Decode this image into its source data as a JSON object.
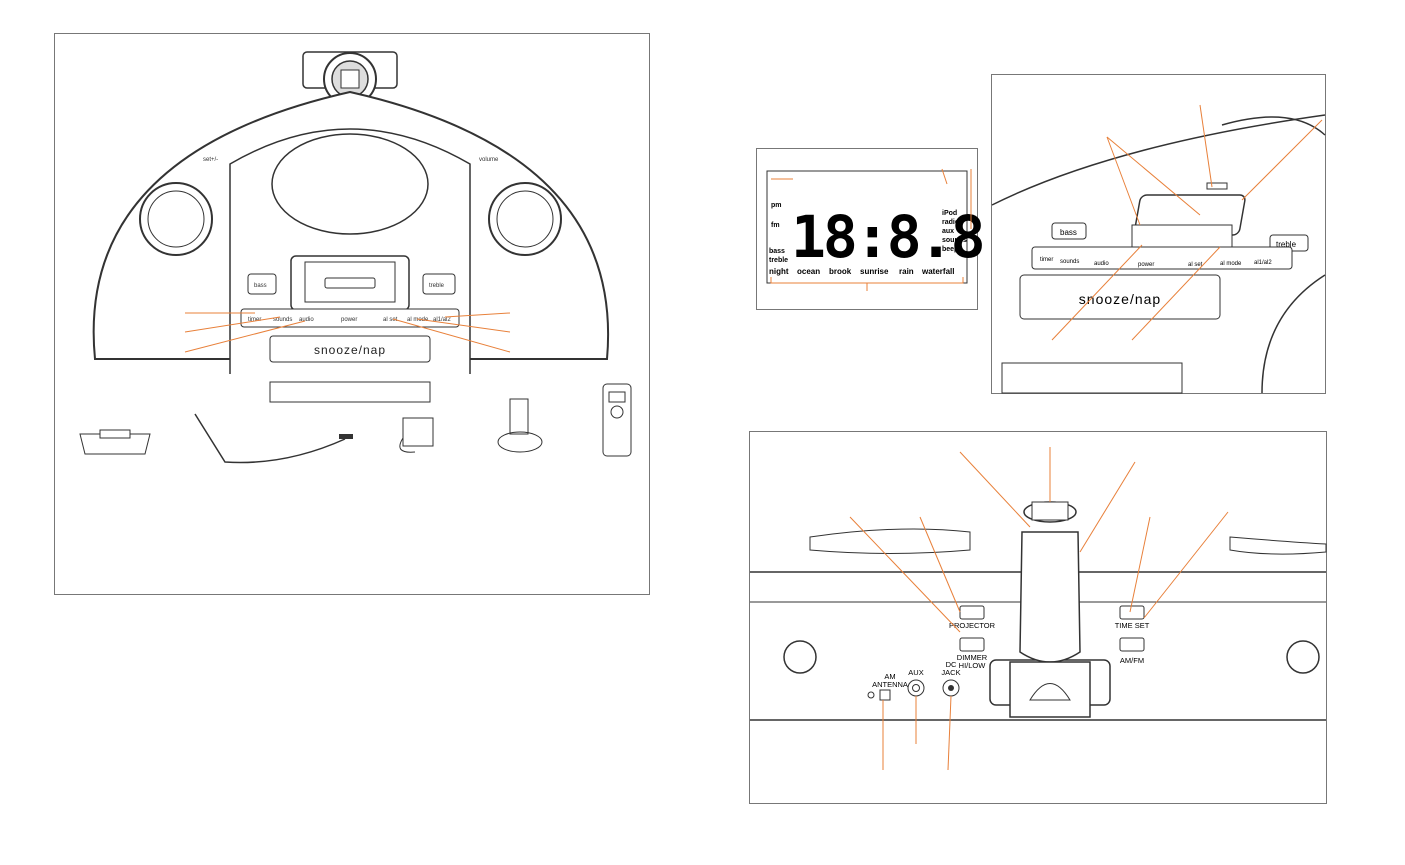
{
  "front": {
    "knob_left_label": "set+/-",
    "knob_right_label": "volume",
    "bass_button": "bass",
    "treble_button": "treble",
    "row_buttons": [
      "timer",
      "sounds",
      "audio",
      "power",
      "al set",
      "al mode",
      "al1/al2"
    ],
    "snooze_bar": "snooze/nap"
  },
  "display": {
    "digits": "18:8.8",
    "indicator_pm": "pm",
    "indicator_fm": "fm",
    "indicator_bass": "bass",
    "indicator_treble": "treble",
    "source_labels": [
      "iPod",
      "radio",
      "aux",
      "sounds",
      "beep"
    ],
    "sound_row": [
      "night",
      "ocean",
      "brook",
      "sunrise",
      "rain",
      "waterfall"
    ]
  },
  "dock_view": {
    "bass_button": "bass",
    "treble_button": "treble",
    "row_buttons": [
      "timer",
      "sounds",
      "audio",
      "power",
      "al set",
      "al mode",
      "al1/al2"
    ],
    "snooze_bar": "snooze/nap"
  },
  "back": {
    "projector_label": "PROJECTOR",
    "dimmer_label_1": "DIMMER",
    "dimmer_label_2": "HI/LOW",
    "timeset_label": "TIME SET",
    "amfm_label": "AM/FM",
    "am_antenna_1": "AM",
    "am_antenna_2": "ANTENNA",
    "aux_label": "AUX",
    "dc_label_1": "DC",
    "dc_label_2": "JACK"
  }
}
